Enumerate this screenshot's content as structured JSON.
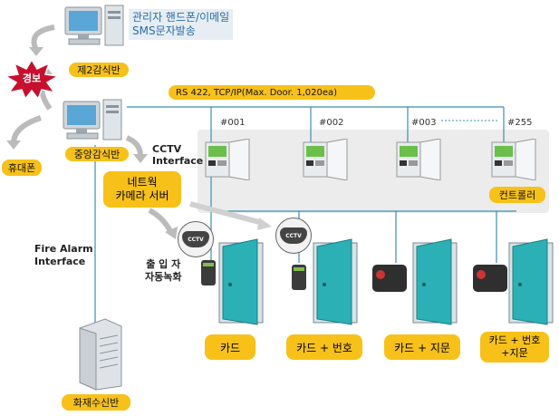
{
  "admin": {
    "line1": "관리자 핸드폰/이메일",
    "line2": "SMS문자발송"
  },
  "alarm": {
    "label": "경보"
  },
  "monitor2": {
    "label": "제2감식반"
  },
  "phone": {
    "label": "휴대폰"
  },
  "central": {
    "label": "중앙감식반"
  },
  "cctv_interface": {
    "line1": "CCTV",
    "line2": "Interface"
  },
  "network_server": {
    "line1": "네트웍",
    "line2": "카메라 서버"
  },
  "bus": {
    "label": "RS 422, TCP/IP(Max. Door. 1,020ea)"
  },
  "controllers": {
    "ids": [
      "#001",
      "#002",
      "#003",
      "#255"
    ],
    "label": "컨트롤러"
  },
  "fire_alarm": {
    "line1": "Fire Alarm",
    "line2": "Interface"
  },
  "fire_panel": {
    "label": "화재수신반"
  },
  "entry_record": {
    "line1": "출 입 자",
    "line2": "자동녹화"
  },
  "cctv_badge": "CCTV",
  "doors": [
    {
      "line1": "카드",
      "line2": ""
    },
    {
      "line1": "카드 + 번호",
      "line2": ""
    },
    {
      "line1": "카드 + 지문",
      "line2": ""
    },
    {
      "line1": "카드 + 번호",
      "line2": "+지문"
    }
  ],
  "colors": {
    "pill": "#f7c11a",
    "line": "#3a8fb0",
    "panel": "#eeeeee",
    "door": "#2bb0b5"
  }
}
